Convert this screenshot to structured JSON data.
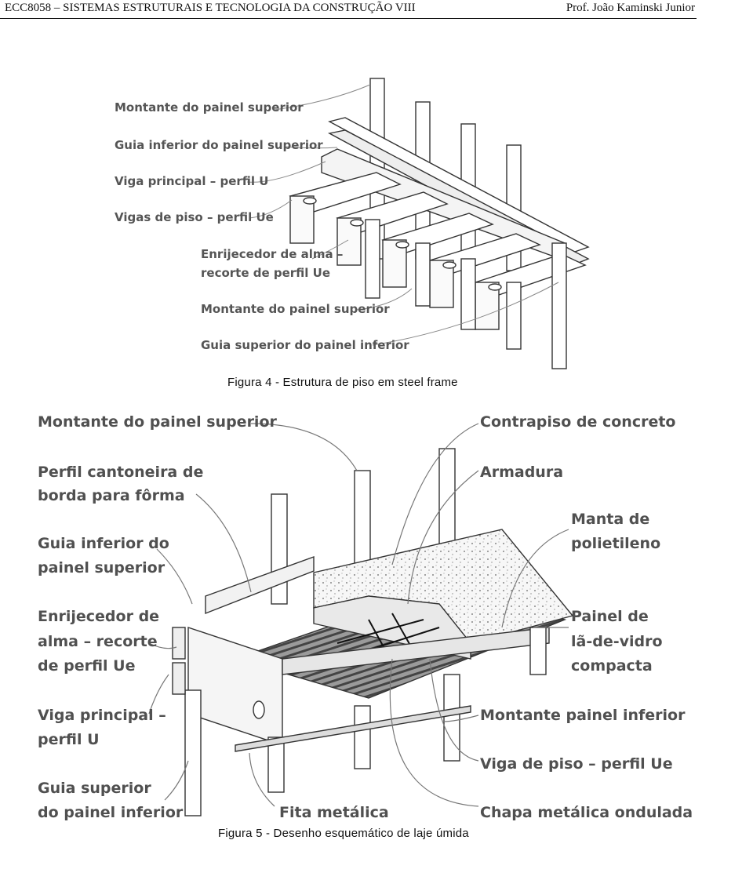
{
  "header": {
    "course": "ECC8058 – SISTEMAS ESTRUTURAIS E TECNOLOGIA DA CONSTRUÇÃO VIII",
    "author": "Prof. João Kaminski Junior"
  },
  "figure4": {
    "caption": "Figura 4 - Estrutura de piso em steel frame",
    "labels": [
      "Montante do painel superior",
      "Guia inferior do painel superior",
      "Viga principal – perfil U",
      "Vigas de piso – perfil Ue",
      "Enrijecedor de alma –",
      "recorte de perfil Ue",
      "Montante do painel superior",
      "Guia superior do painel inferior"
    ]
  },
  "figure5": {
    "caption": "Figura 5 - Desenho esquemático de laje úmida",
    "labels_left": [
      "Montante do painel superior",
      "Perfil cantoneira de",
      "borda para fôrma",
      "Guia inferior do",
      "painel superior",
      "Enrijecedor de",
      "alma – recorte",
      "de perfil Ue",
      "Viga principal –",
      "perfil U",
      "Guia superior",
      "do painel inferior"
    ],
    "labels_right": [
      "Contrapiso de concreto",
      "Armadura",
      "Manta de",
      "polietileno",
      "Painel de",
      "lã-de-vidro",
      "compacta",
      "Montante painel inferior",
      "Viga de piso – perfil Ue",
      "Chapa metálica ondulada"
    ],
    "label_bottom": "Fita metálica"
  }
}
